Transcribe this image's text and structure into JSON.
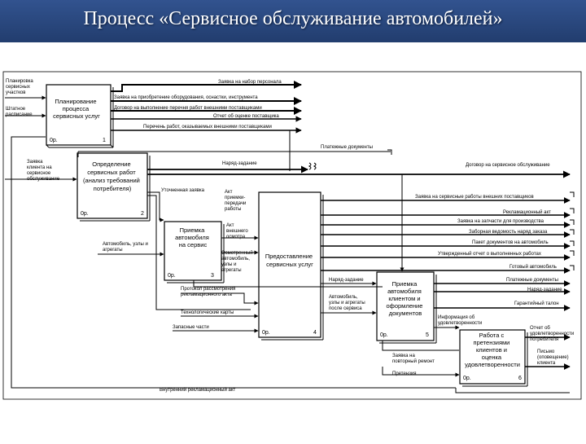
{
  "header": {
    "title": "Процесс «Сервисное обслуживание автомобилей»"
  },
  "boxes": [
    {
      "id": "b1",
      "lines": [
        "Планирование",
        "процесса",
        "сервисных услуг"
      ],
      "node": "0р.",
      "num": "1"
    },
    {
      "id": "b2",
      "lines": [
        "Определение",
        "сервисных работ",
        "(анализ требований",
        "потребителя)"
      ],
      "node": "0р.",
      "num": "2"
    },
    {
      "id": "b3",
      "lines": [
        "Приемка",
        "автомобиля",
        "на сервис"
      ],
      "node": "0р.",
      "num": "3"
    },
    {
      "id": "b4",
      "lines": [
        "Предоставление",
        "сервисных услуг"
      ],
      "node": "0р.",
      "num": "4"
    },
    {
      "id": "b5",
      "lines": [
        "Приемка",
        "автомобиля",
        "клиентом и",
        "оформление",
        "документов"
      ],
      "node": "0р.",
      "num": "5"
    },
    {
      "id": "b6",
      "lines": [
        "Работа с",
        "претензиями",
        "клиентов и",
        "оценка",
        "удовлетворенности"
      ],
      "node": "0р.",
      "num": "6"
    }
  ],
  "labels": [
    {
      "id": "l1",
      "lines": [
        "Планировка",
        "сервисных",
        "участков"
      ]
    },
    {
      "id": "l2",
      "lines": [
        "Штатное",
        "расписание"
      ]
    },
    {
      "id": "l3",
      "lines": [
        "Заявка на набор персонала"
      ]
    },
    {
      "id": "l4",
      "lines": [
        "Заявка на приобретение оборудования, оснастки, инструмента"
      ]
    },
    {
      "id": "l5",
      "lines": [
        "Договор на выполнение перечня работ внешними поставщиками"
      ]
    },
    {
      "id": "l6",
      "lines": [
        "Отчет об оценке поставщика"
      ]
    },
    {
      "id": "l7",
      "lines": [
        "Перечень работ, оказываемых внешними поставщиками"
      ]
    },
    {
      "id": "l8",
      "lines": [
        "Платежные документы"
      ]
    },
    {
      "id": "l9",
      "lines": [
        "Заявка",
        "клиента на",
        "сервисное",
        "обслуживание"
      ]
    },
    {
      "id": "l10",
      "lines": [
        "Наряд-задание"
      ]
    },
    {
      "id": "l11",
      "lines": [
        "Договор на сервисное обслуживание"
      ]
    },
    {
      "id": "l12",
      "lines": [
        "Уточненная заявка"
      ]
    },
    {
      "id": "l13",
      "lines": [
        "Акт",
        "приемки-",
        "передачи",
        "работы"
      ]
    },
    {
      "id": "l14",
      "lines": [
        "Заявка на сервисные работы внешних поставщиков"
      ]
    },
    {
      "id": "l15",
      "lines": [
        "Рекламационный акт"
      ]
    },
    {
      "id": "l16",
      "lines": [
        "Заявка на запчасти для производства"
      ]
    },
    {
      "id": "l17",
      "lines": [
        "Заборная ведомость наряд заказа"
      ]
    },
    {
      "id": "l18",
      "lines": [
        "Пакет документов на автомобиль"
      ]
    },
    {
      "id": "l19",
      "lines": [
        "Утвержденный отчет о выполненных работах"
      ]
    },
    {
      "id": "l20",
      "lines": [
        "Акт",
        "внешнего",
        "осмотра"
      ]
    },
    {
      "id": "l21",
      "lines": [
        "Автомобиль, узлы и",
        "агрегаты"
      ]
    },
    {
      "id": "l22",
      "lines": [
        "Осмотренный",
        "автомобиль,",
        "узлы и",
        "агрегаты"
      ]
    },
    {
      "id": "l23",
      "lines": [
        "Готовый автомобиль"
      ]
    },
    {
      "id": "l24",
      "lines": [
        "Наряд-задание"
      ]
    },
    {
      "id": "l25",
      "lines": [
        "Платежные документы"
      ]
    },
    {
      "id": "l26",
      "lines": [
        "Наряд-задание"
      ]
    },
    {
      "id": "l27",
      "lines": [
        "Автомобиль,",
        "узлы и агрегаты",
        "после сервиса"
      ]
    },
    {
      "id": "l28",
      "lines": [
        "Гарантийный талон"
      ]
    },
    {
      "id": "l29",
      "lines": [
        "Протокол рассмотрения",
        "рекламационного акта"
      ]
    },
    {
      "id": "l30",
      "lines": [
        "Технологические карты"
      ]
    },
    {
      "id": "l31",
      "lines": [
        "Запасные части"
      ]
    },
    {
      "id": "l32",
      "lines": [
        "Информация об",
        "удовлетворенности"
      ]
    },
    {
      "id": "l33",
      "lines": [
        "Отчет об",
        "удовлетворенности",
        "потребителя"
      ]
    },
    {
      "id": "l34",
      "lines": [
        "Заявка на",
        "повторный ремонт"
      ]
    },
    {
      "id": "l35",
      "lines": [
        "Претензия"
      ]
    },
    {
      "id": "l36",
      "lines": [
        "Письмо",
        "(оповещение)",
        "клиента"
      ]
    },
    {
      "id": "l37",
      "lines": [
        "Внутренний рекламационный акт"
      ]
    }
  ]
}
